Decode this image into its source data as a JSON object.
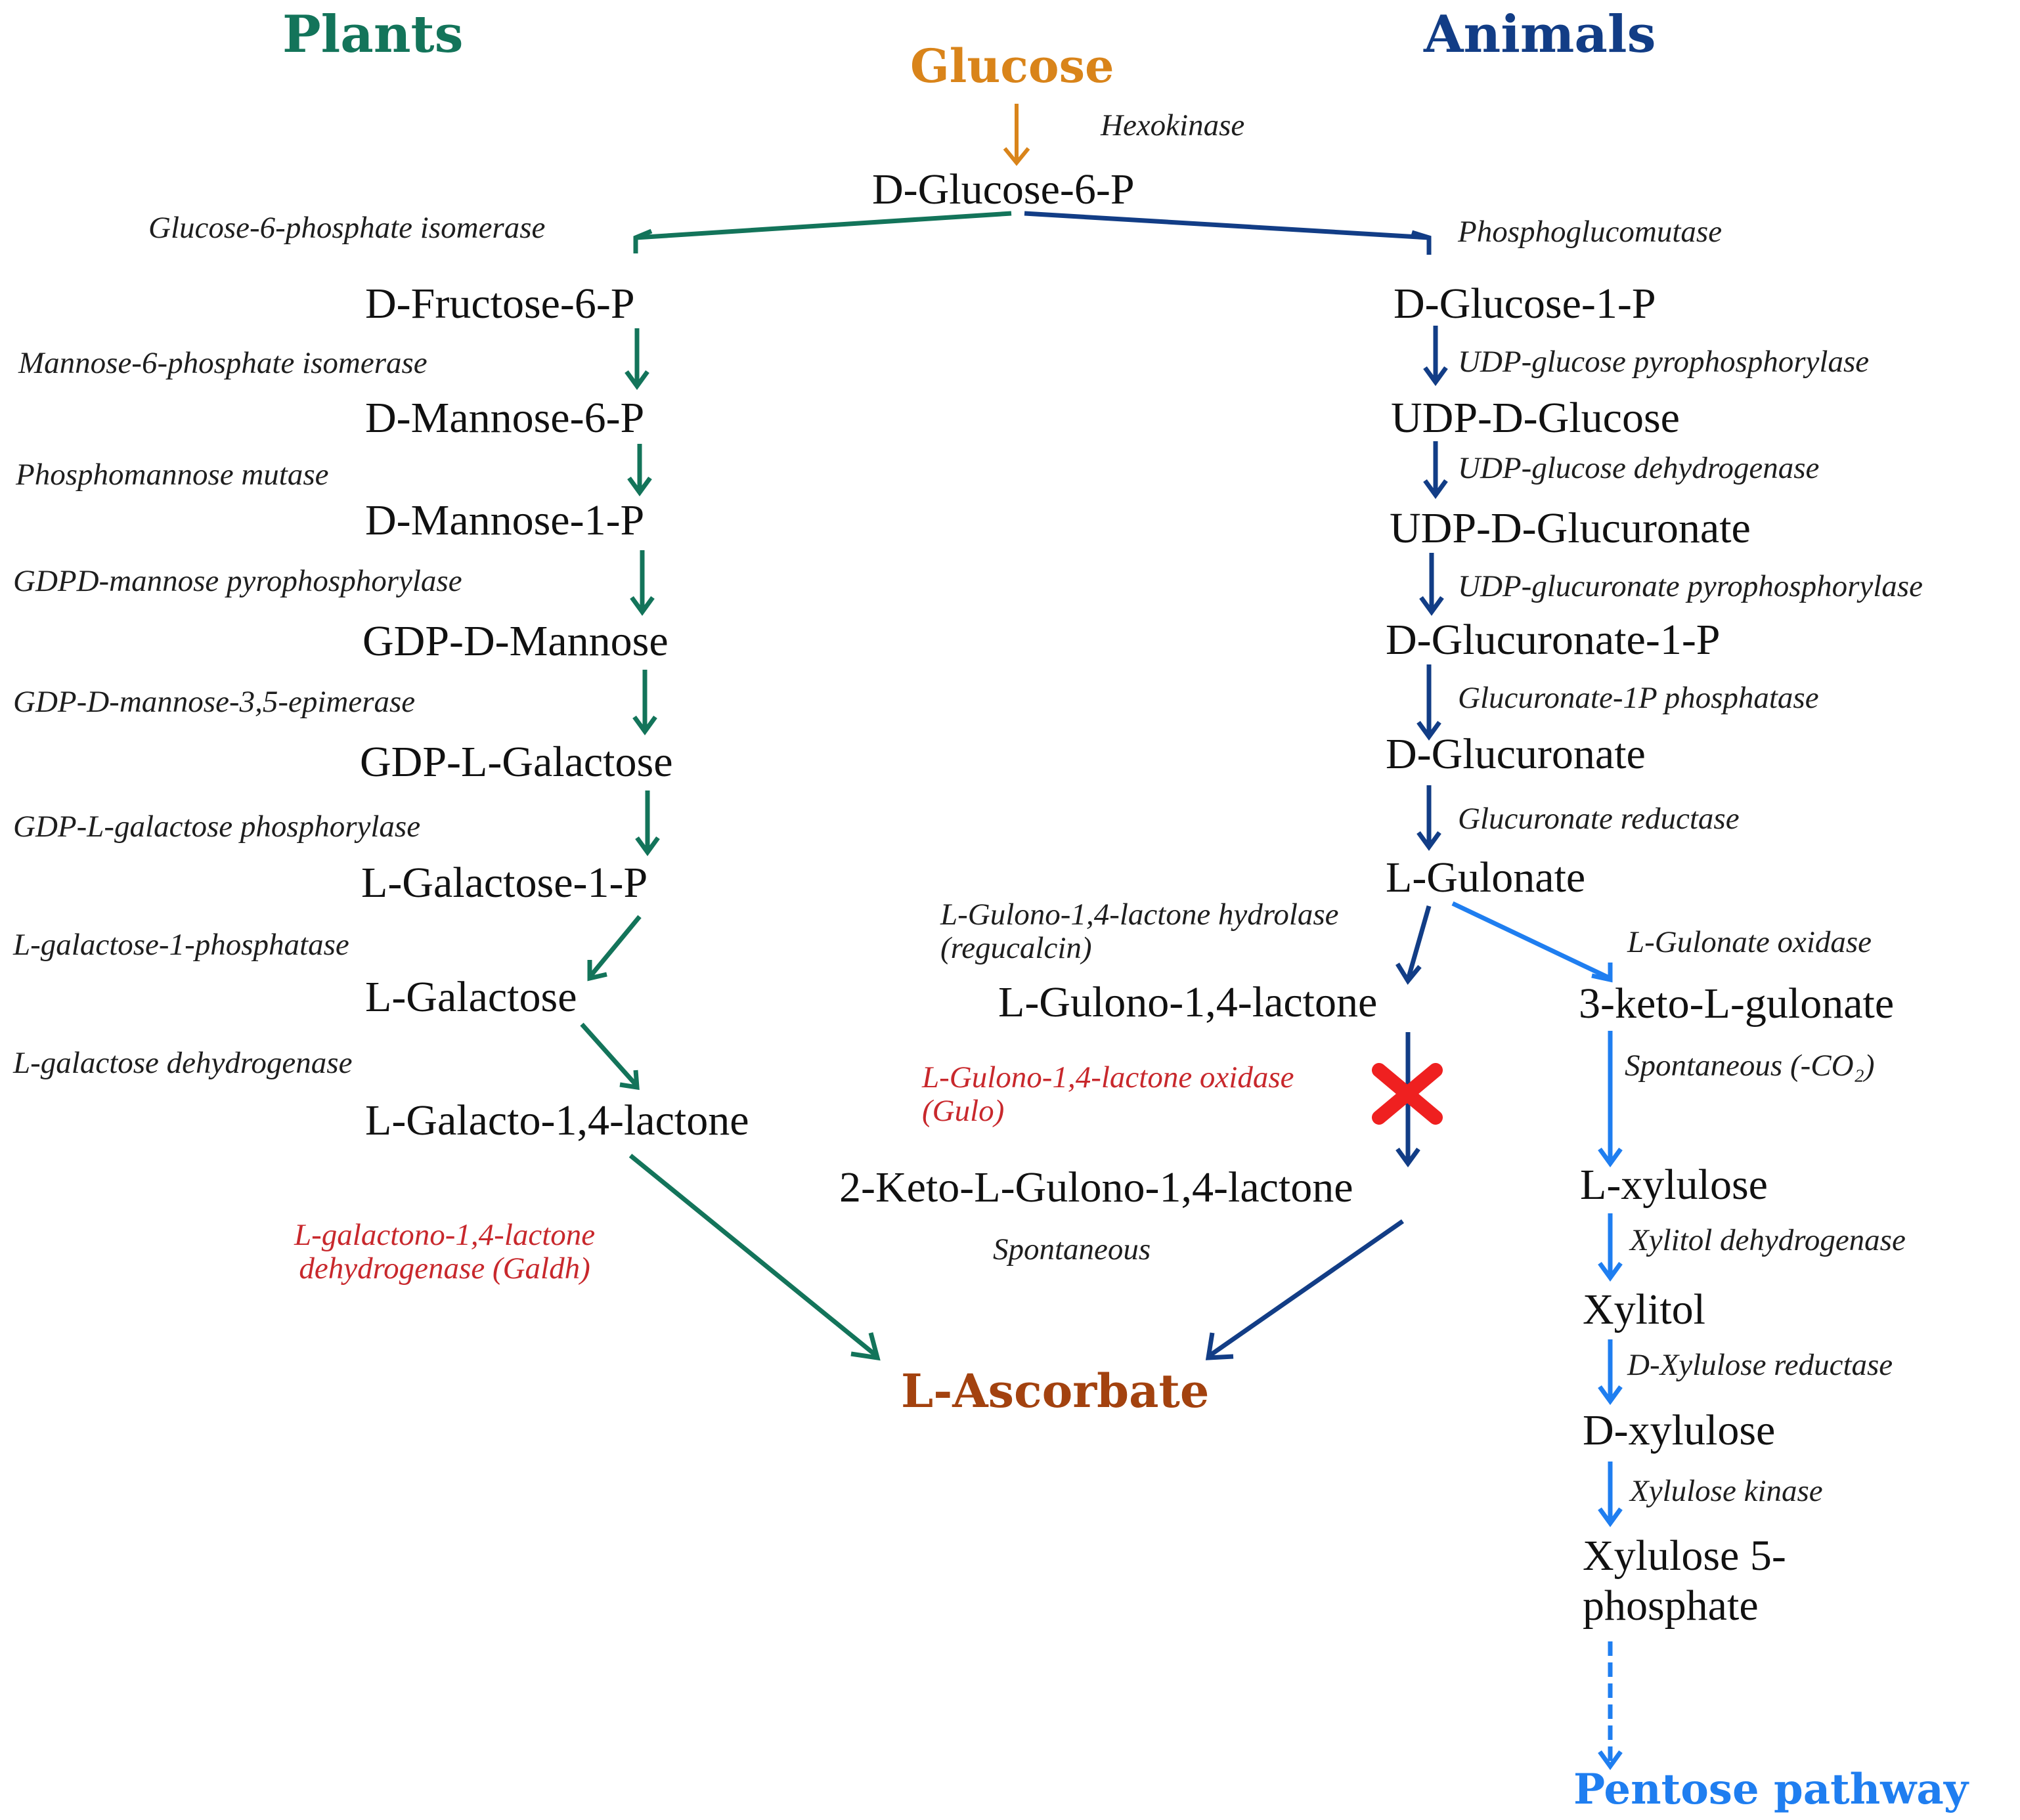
{
  "colors": {
    "plants": "#13745a",
    "animals": "#123d86",
    "animals_light": "#1f7ef0",
    "glucose": "#d9841a",
    "ascorbate": "#a3420f",
    "missing_enzyme": "#c8282c",
    "block_mark": "#ef2020"
  },
  "headers": {
    "plants": "Plants",
    "animals": "Animals"
  },
  "top": {
    "glucose": "Glucose",
    "hexokinase": "Hexokinase",
    "glucose_6p": "D-Glucose-6-P"
  },
  "plants_pathway": {
    "enz_g6p_isomerase": "Glucose-6-phosphate isomerase",
    "fructose_6p": "D-Fructose-6-P",
    "enz_m6p_isomerase": "Mannose-6-phosphate isomerase",
    "mannose_6p": "D-Mannose-6-P",
    "enz_pm_mutase": "Phosphomannose mutase",
    "mannose_1p": "D-Mannose-1-P",
    "enz_gdpm_pyro": "GDPD-mannose pyrophosphorylase",
    "gdp_d_mannose": "GDP-D-Mannose",
    "enz_epimerase": "GDP-D-mannose-3,5-epimerase",
    "gdp_l_galactose": "GDP-L-Galactose",
    "enz_gdpl_phosphorylase": "GDP-L-galactose phosphorylase",
    "l_galactose_1p": "L-Galactose-1-P",
    "enz_lgal_1_phosphatase": "L-galactose-1-phosphatase",
    "l_galactose": "L-Galactose",
    "enz_lgal_dehydrogenase": "L-galactose dehydrogenase",
    "l_galacto_lactone": "L-Galacto-1,4-lactone",
    "enz_galdh": "L-galactono-1,4-lactone\ndehydrogenase (Galdh)"
  },
  "animals_pathway": {
    "enz_phosphoglucomutase": "Phosphoglucomutase",
    "glucose_1p": "D-Glucose-1-P",
    "enz_udpg_pyro": "UDP-glucose pyrophosphorylase",
    "udp_d_glucose": "UDP-D-Glucose",
    "enz_udpg_dehydrogenase": "UDP-glucose dehydrogenase",
    "udp_d_glucuronate": "UDP-D-Glucuronate",
    "enz_udpgluc_pyro": "UDP-glucuronate pyrophosphorylase",
    "glucuronate_1p": "D-Glucuronate-1-P",
    "enz_gluc_1p_phosphatase": "Glucuronate-1P phosphatase",
    "d_glucuronate": "D-Glucuronate",
    "enz_gluc_reductase": "Glucuronate reductase",
    "l_gulonate": "L-Gulonate",
    "enz_regucalcin": "L-Gulono-1,4-lactone hydrolase\n(regucalcin)",
    "l_gulono_lactone": "L-Gulono-1,4-lactone",
    "enz_gulo": "L-Gulono-1,4-lactone oxidase\n(Gulo)",
    "keto_gulono_lactone": "2-Keto-L-Gulono-1,4-lactone",
    "enz_spontaneous": "Spontaneous"
  },
  "pentose_branch": {
    "enz_gulonate_oxidase": "L-Gulonate oxidase",
    "keto_l_gulonate": "3-keto-L-gulonate",
    "enz_spontaneous_co2": "Spontaneous (-CO₂)",
    "l_xylulose": "L-xylulose",
    "enz_xylitol_dh": "Xylitol dehydrogenase",
    "xylitol": "Xylitol",
    "enz_dxylulose_reductase": "D-Xylulose reductase",
    "d_xylulose": "D-xylulose",
    "enz_xylulose_kinase": "Xylulose kinase",
    "xylulose_5p": "Xylulose 5-\nphosphate",
    "pentose_pathway": "Pentose pathway"
  },
  "product": {
    "l_ascorbate": "L-Ascorbate"
  }
}
